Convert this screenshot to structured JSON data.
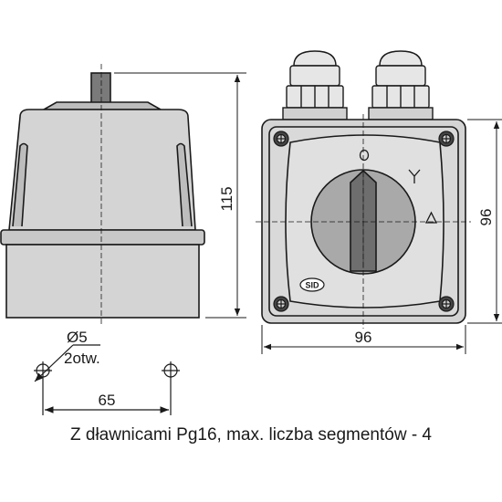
{
  "dimensions": {
    "height": "115",
    "front_height": "96",
    "front_width": "96",
    "hole_spacing": "65",
    "hole_diameter": "Ø5",
    "hole_count": "2otw."
  },
  "switch_positions": {
    "off": "O",
    "star": "Y",
    "delta": "Δ"
  },
  "brand": "SID",
  "caption": "Z dławnicami Pg16, max. liczba segmentów - 4",
  "colors": {
    "line": "#1a1a1a",
    "housing": "#d4d4d4",
    "knob": "#a9a9a9",
    "handle": "#6e6e6e"
  }
}
